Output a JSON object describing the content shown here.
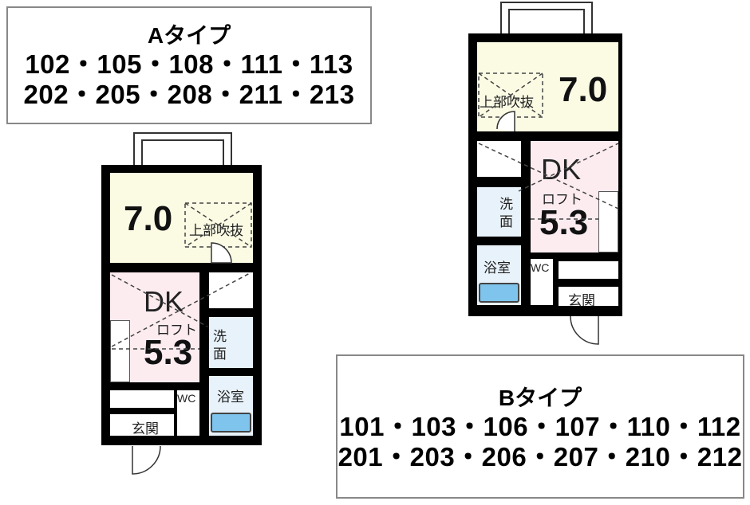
{
  "type_a": {
    "title": "Aタイプ",
    "rooms_line1": "102・105・108・111・113",
    "rooms_line2": "202・205・208・211・213"
  },
  "type_b": {
    "title": "Bタイプ",
    "rooms_line1": "101・103・106・107・110・112",
    "rooms_line2": "201・203・206・207・210・212"
  },
  "plan_labels": {
    "main_room_size": "7.0",
    "void_label": "上部吹抜",
    "dk_label": "DK",
    "loft_label": "ロフト",
    "dk_size": "5.3",
    "washroom_label_1": "洗",
    "washroom_label_2": "面",
    "bathroom_label": "浴室",
    "toilet_label": "WC",
    "entrance_label": "玄関"
  }
}
